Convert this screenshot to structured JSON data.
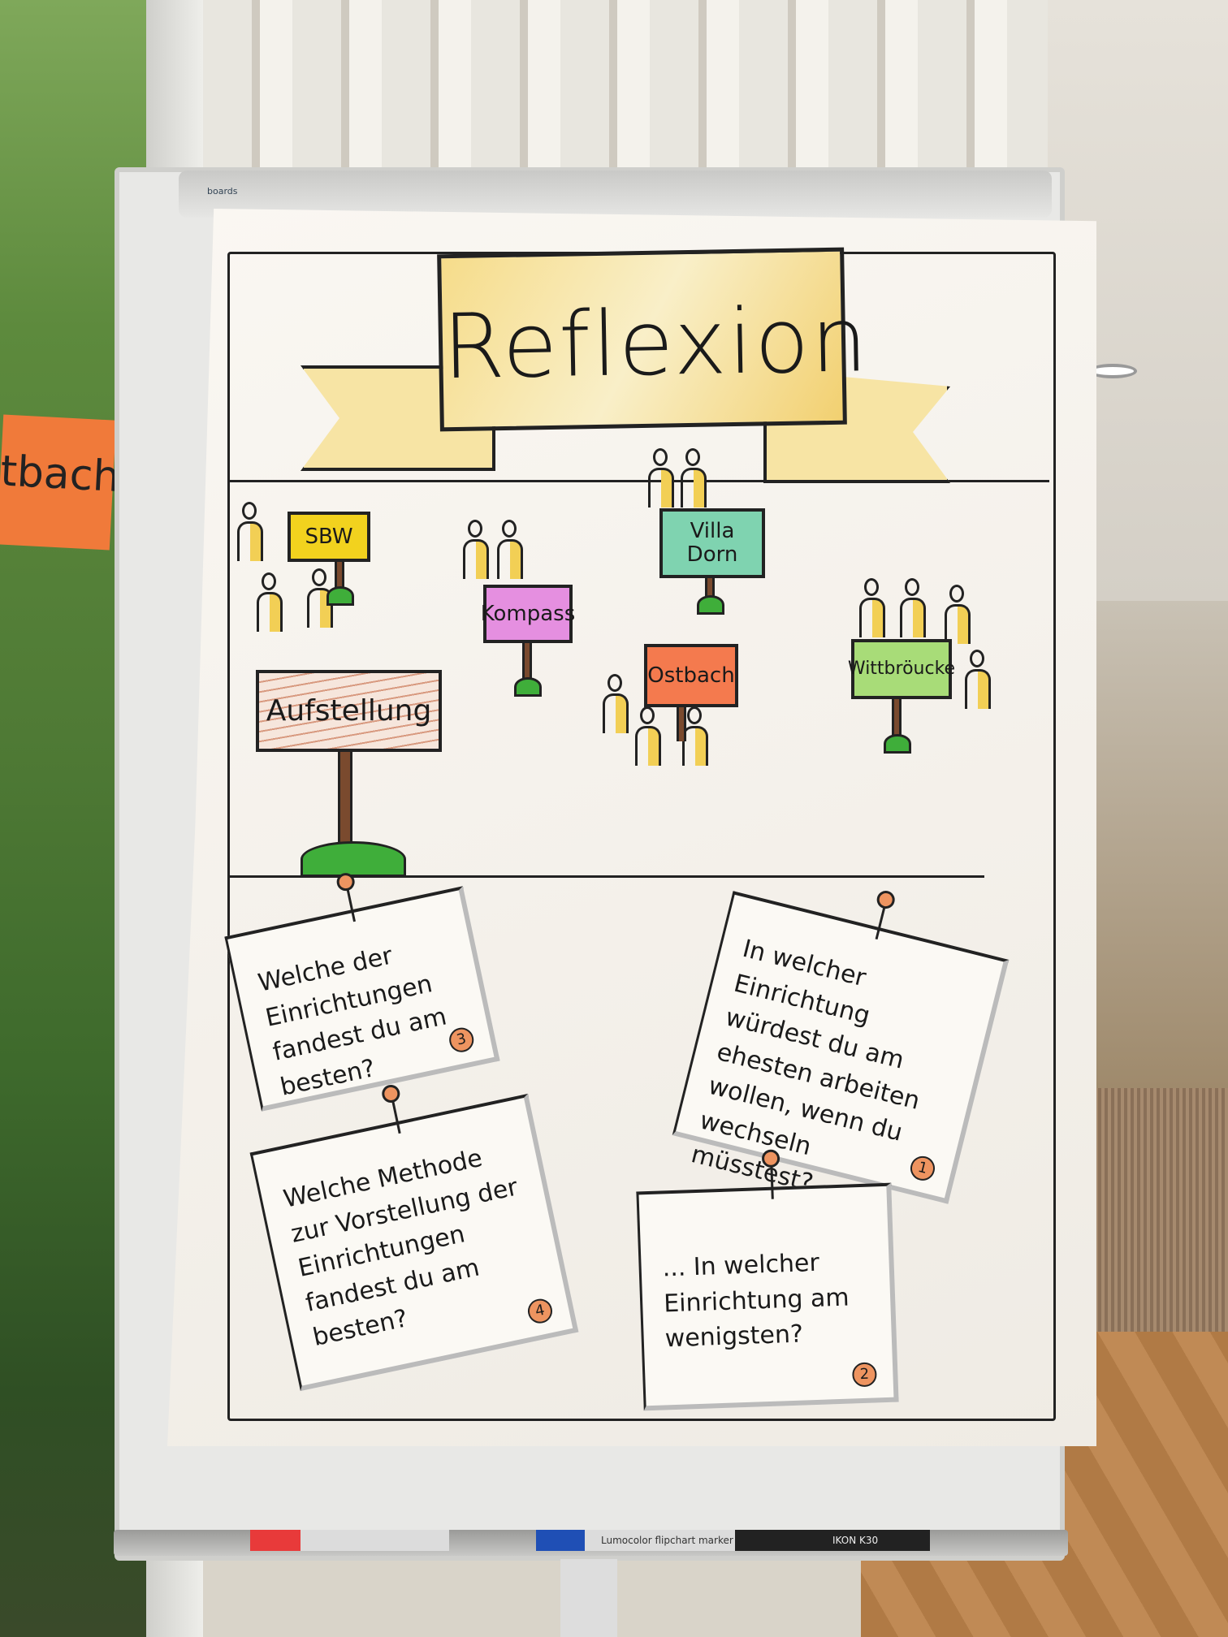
{
  "window_sign": "tbach",
  "board_logo": "boards",
  "flipchart": {
    "title": "Reflexion",
    "signs": [
      {
        "label": "SBW",
        "color": "#f2d21e"
      },
      {
        "label": "Villa Dorn",
        "color": "#7fd3b0"
      },
      {
        "label": "Kompass",
        "color": "#e58fe0"
      },
      {
        "label": "Ostbach",
        "color": "#f47a4e"
      },
      {
        "label": "Wittbröucke",
        "color": "#a8dc78"
      },
      {
        "label": "Aufstellung",
        "color": "#e8c4b0"
      }
    ],
    "questions": [
      {
        "text": "Welche der Einrichtungen fandest du am besten?",
        "number": "3"
      },
      {
        "text": "In welcher Einrichtung würdest du am ehesten arbeiten wollen, wenn du wechseln müsstest? ...",
        "number": "1"
      },
      {
        "text": "Welche Methode zur Vorstellung der Einrichtungen fandest du am besten?",
        "number": "4"
      },
      {
        "text": "... In welcher Einrichtung am wenigsten?",
        "number": "2"
      }
    ]
  },
  "markers": [
    {
      "label": "",
      "color": "#e83a3a"
    },
    {
      "label": "Lumocolor flipchart marker",
      "color": "#1f4fb5"
    },
    {
      "label": "IKON K30",
      "color": "#222222"
    }
  ]
}
